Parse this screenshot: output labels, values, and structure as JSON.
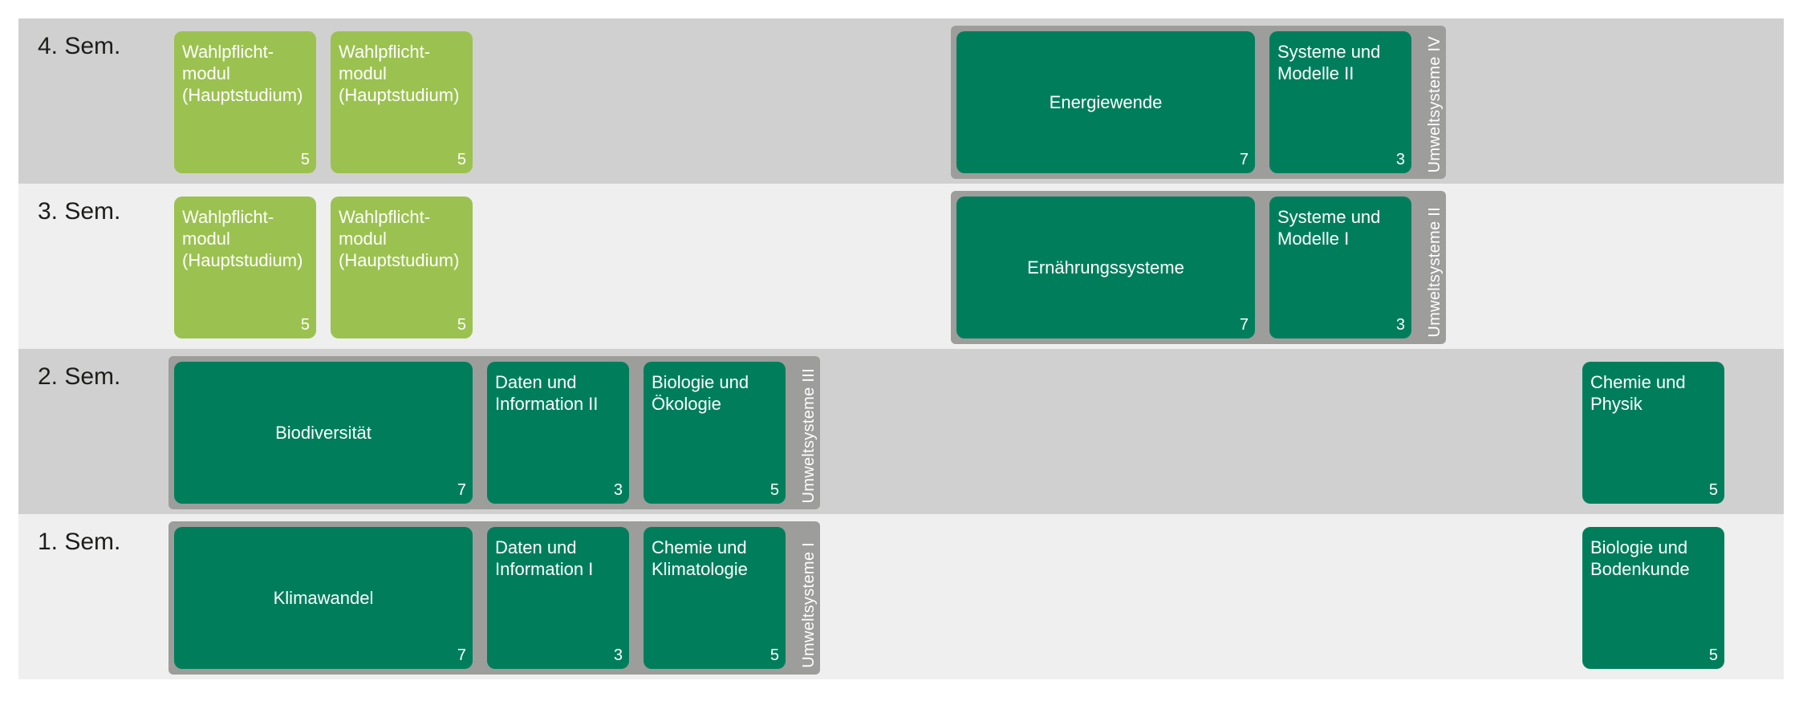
{
  "semesters": [
    {
      "label": "4. Sem.",
      "shade": "dark",
      "groups": [
        {
          "label": "Umweltsysteme IV",
          "col": 5,
          "span": 3
        }
      ],
      "modules": [
        {
          "name": "Wahlpflicht-\nmodul\n(Hauptstudium)",
          "credits": "5",
          "col": 0,
          "span": 1,
          "kind": "elective"
        },
        {
          "name": "Wahlpflicht-\nmodul\n(Hauptstudium)",
          "credits": "5",
          "col": 1,
          "span": 1,
          "kind": "elective"
        },
        {
          "name": "Energiewende",
          "credits": "7",
          "col": 5,
          "span": 2,
          "kind": "core",
          "centered": true
        },
        {
          "name": "Systeme und\nModelle II",
          "credits": "3",
          "col": 7,
          "span": 1,
          "kind": "core"
        }
      ]
    },
    {
      "label": "3. Sem.",
      "shade": "light",
      "groups": [
        {
          "label": "Umweltsysteme II",
          "col": 5,
          "span": 3
        }
      ],
      "modules": [
        {
          "name": "Wahlpflicht-\nmodul\n(Hauptstudium)",
          "credits": "5",
          "col": 0,
          "span": 1,
          "kind": "elective"
        },
        {
          "name": "Wahlpflicht-\nmodul\n(Hauptstudium)",
          "credits": "5",
          "col": 1,
          "span": 1,
          "kind": "elective"
        },
        {
          "name": "Ernährungssysteme",
          "credits": "7",
          "col": 5,
          "span": 2,
          "kind": "core",
          "centered": true
        },
        {
          "name": "Systeme und\nModelle I",
          "credits": "3",
          "col": 7,
          "span": 1,
          "kind": "core"
        }
      ]
    },
    {
      "label": "2. Sem.",
      "shade": "dark",
      "groups": [
        {
          "label": "Umweltsysteme III",
          "col": 0,
          "span": 4
        }
      ],
      "modules": [
        {
          "name": "Biodiversität",
          "credits": "7",
          "col": 0,
          "span": 2,
          "kind": "core",
          "centered": true
        },
        {
          "name": "Daten und\nInformation II",
          "credits": "3",
          "col": 2,
          "span": 1,
          "kind": "core"
        },
        {
          "name": "Biologie und\nÖkologie",
          "credits": "5",
          "col": 3,
          "span": 1,
          "kind": "core"
        },
        {
          "name": "Chemie und\nPhysik",
          "credits": "5",
          "col": 9,
          "span": 1,
          "kind": "core"
        }
      ]
    },
    {
      "label": "1. Sem.",
      "shade": "light",
      "groups": [
        {
          "label": "Umweltsysteme I",
          "col": 0,
          "span": 4
        }
      ],
      "modules": [
        {
          "name": "Klimawandel",
          "credits": "7",
          "col": 0,
          "span": 2,
          "kind": "core",
          "centered": true
        },
        {
          "name": "Daten und\nInformation I",
          "credits": "3",
          "col": 2,
          "span": 1,
          "kind": "core"
        },
        {
          "name": "Chemie und\nKlimatologie",
          "credits": "5",
          "col": 3,
          "span": 1,
          "kind": "core"
        },
        {
          "name": "Biologie und\nBodenkunde",
          "credits": "5",
          "col": 9,
          "span": 1,
          "kind": "core"
        }
      ]
    }
  ],
  "colors": {
    "core_module": "#007e5c",
    "elective_module": "#9bc250",
    "group_frame": "#9d9d9c",
    "row_dark": "#d0d0d0",
    "row_light": "#efefef"
  }
}
